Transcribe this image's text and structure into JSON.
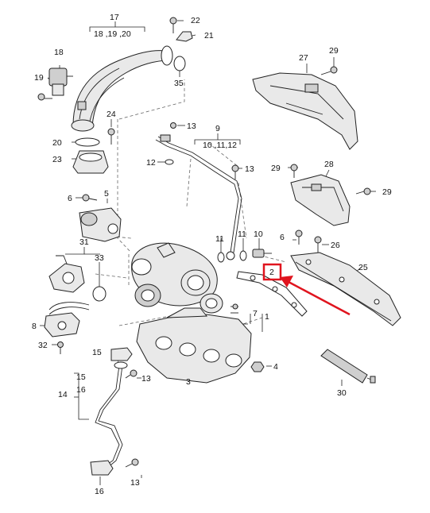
{
  "diagram": {
    "callouts": {
      "c1": "1",
      "c2": "2",
      "c3": "3",
      "c4": "4",
      "c5": "5",
      "c6a": "6",
      "c6b": "6",
      "c7": "7",
      "c8": "8",
      "c9": "9",
      "c10": "10",
      "c10_11_12": "10 ,11,12",
      "c11a": "11",
      "c11b": "11",
      "c12": "12",
      "c13a": "13",
      "c13b": "13",
      "c13c": "13",
      "c13d": "13",
      "c14": "14",
      "c15a": "15",
      "c15b": "15",
      "c16a": "16",
      "c16b": "16",
      "c17": "17",
      "c18_19_20": "18 ,19 ,20",
      "c18": "18",
      "c19": "19",
      "c20": "20",
      "c21": "21",
      "c22": "22",
      "c23": "23",
      "c24": "24",
      "c25": "25",
      "c26": "26",
      "c27": "27",
      "c28": "28",
      "c29a": "29",
      "c29b": "29",
      "c29c": "29",
      "c30": "30",
      "c31": "31",
      "c32": "32",
      "c33": "33",
      "c35": "35"
    },
    "highlight": {
      "color": "#e0141e"
    }
  }
}
